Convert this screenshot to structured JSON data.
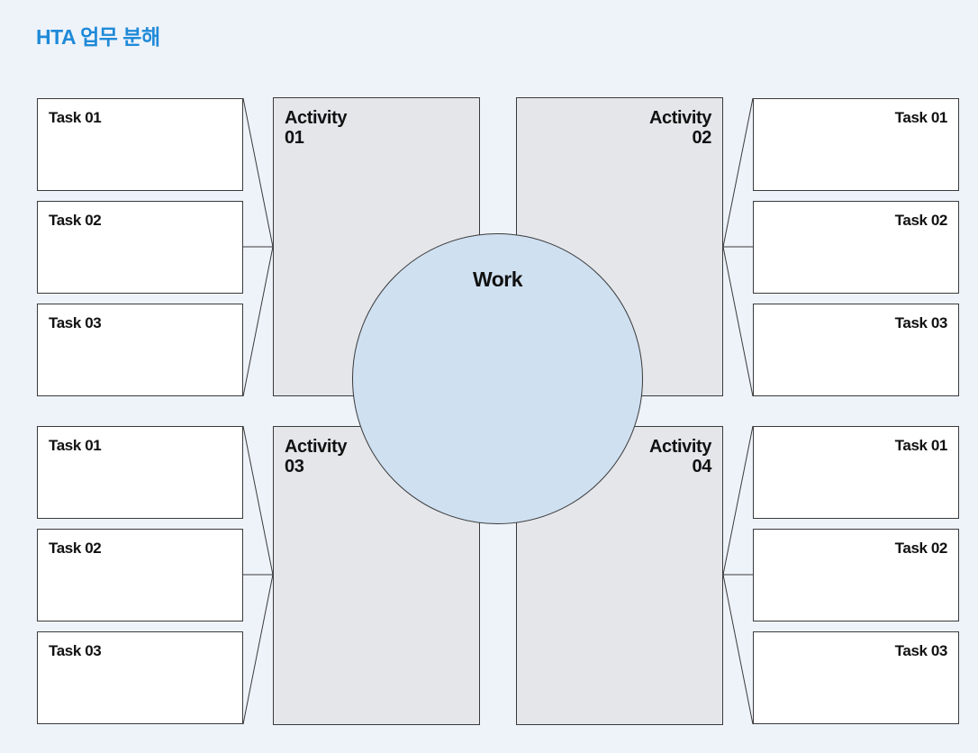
{
  "header": {
    "title": "HTA 업무 분해"
  },
  "work": {
    "label": "Work"
  },
  "activities": [
    {
      "line1": "Activity",
      "line2": "01",
      "tasks": [
        "Task 01",
        "Task 02",
        "Task 03"
      ]
    },
    {
      "line1": "Activity",
      "line2": "02",
      "tasks": [
        "Task 01",
        "Task 02",
        "Task 03"
      ]
    },
    {
      "line1": "Activity",
      "line2": "03",
      "tasks": [
        "Task 01",
        "Task 02",
        "Task 03"
      ]
    },
    {
      "line1": "Activity",
      "line2": "04",
      "tasks": [
        "Task 01",
        "Task 02",
        "Task 03"
      ]
    }
  ],
  "colors": {
    "title": "#1f8ad8",
    "background": "#eef3fa",
    "activity_fill": "#e4e6ea",
    "work_fill": "#cfe0f1",
    "task_fill": "#ffffff",
    "stroke": "#3a3a3a"
  }
}
